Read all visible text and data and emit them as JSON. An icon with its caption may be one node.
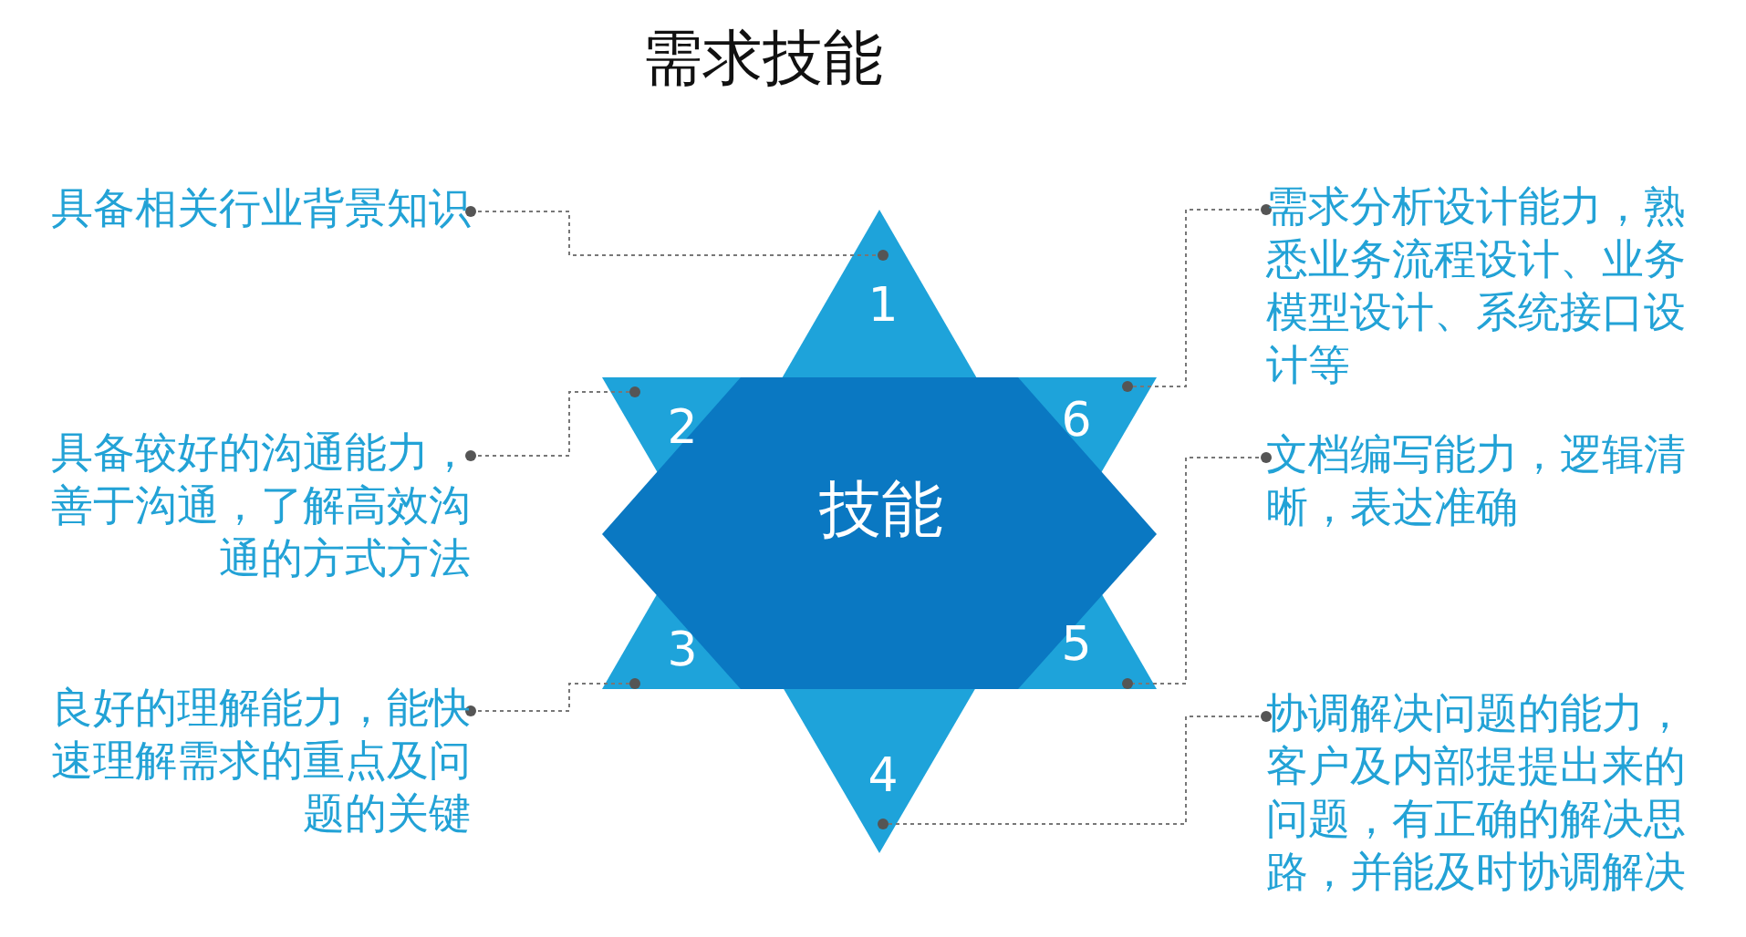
{
  "diagram": {
    "title": "需求技能",
    "nodes": [
      {
        "text": [
          "技能"
        ]
      },
      {
        "text": [
          "1"
        ]
      },
      {
        "text": [
          "2"
        ]
      },
      {
        "text": [
          "3"
        ]
      },
      {
        "text": [
          "4"
        ]
      },
      {
        "text": [
          "5"
        ]
      },
      {
        "text": [
          "6"
        ]
      },
      {
        "text": [
          "具备相关行业背景知识"
        ]
      },
      {
        "text": [
          "具备较好的沟通能力，善于沟通，了解高效沟通的方式方法"
        ]
      },
      {
        "text": [
          "良好的理解能力，能快速理解需求的重点及问题的关键"
        ]
      },
      {
        "text": [
          "需求分析设计能力，熟悉业务流程设计、业务模型设计、系统接口设计等"
        ]
      },
      {
        "text": [
          "文档编写能力，逻辑清晰，表达准确"
        ]
      },
      {
        "text": [
          "协调解决问题的能力，客户及内部提提出来的问题，有正确的解决思路，并能及时协调解决"
        ]
      }
    ],
    "edges": [
      {
        "from": 7,
        "to": 1,
        "arrow": "other",
        "style": "dashed"
      },
      {
        "from": 8,
        "to": 2,
        "arrow": "other",
        "style": "dashed"
      },
      {
        "from": 9,
        "to": 3,
        "arrow": "other",
        "style": "dashed"
      },
      {
        "from": 10,
        "to": 6,
        "arrow": "other",
        "style": "dashed"
      },
      {
        "from": 11,
        "to": 5,
        "arrow": "other",
        "style": "dashed"
      },
      {
        "from": 12,
        "to": 4,
        "arrow": "other",
        "style": "dashed"
      }
    ]
  }
}
